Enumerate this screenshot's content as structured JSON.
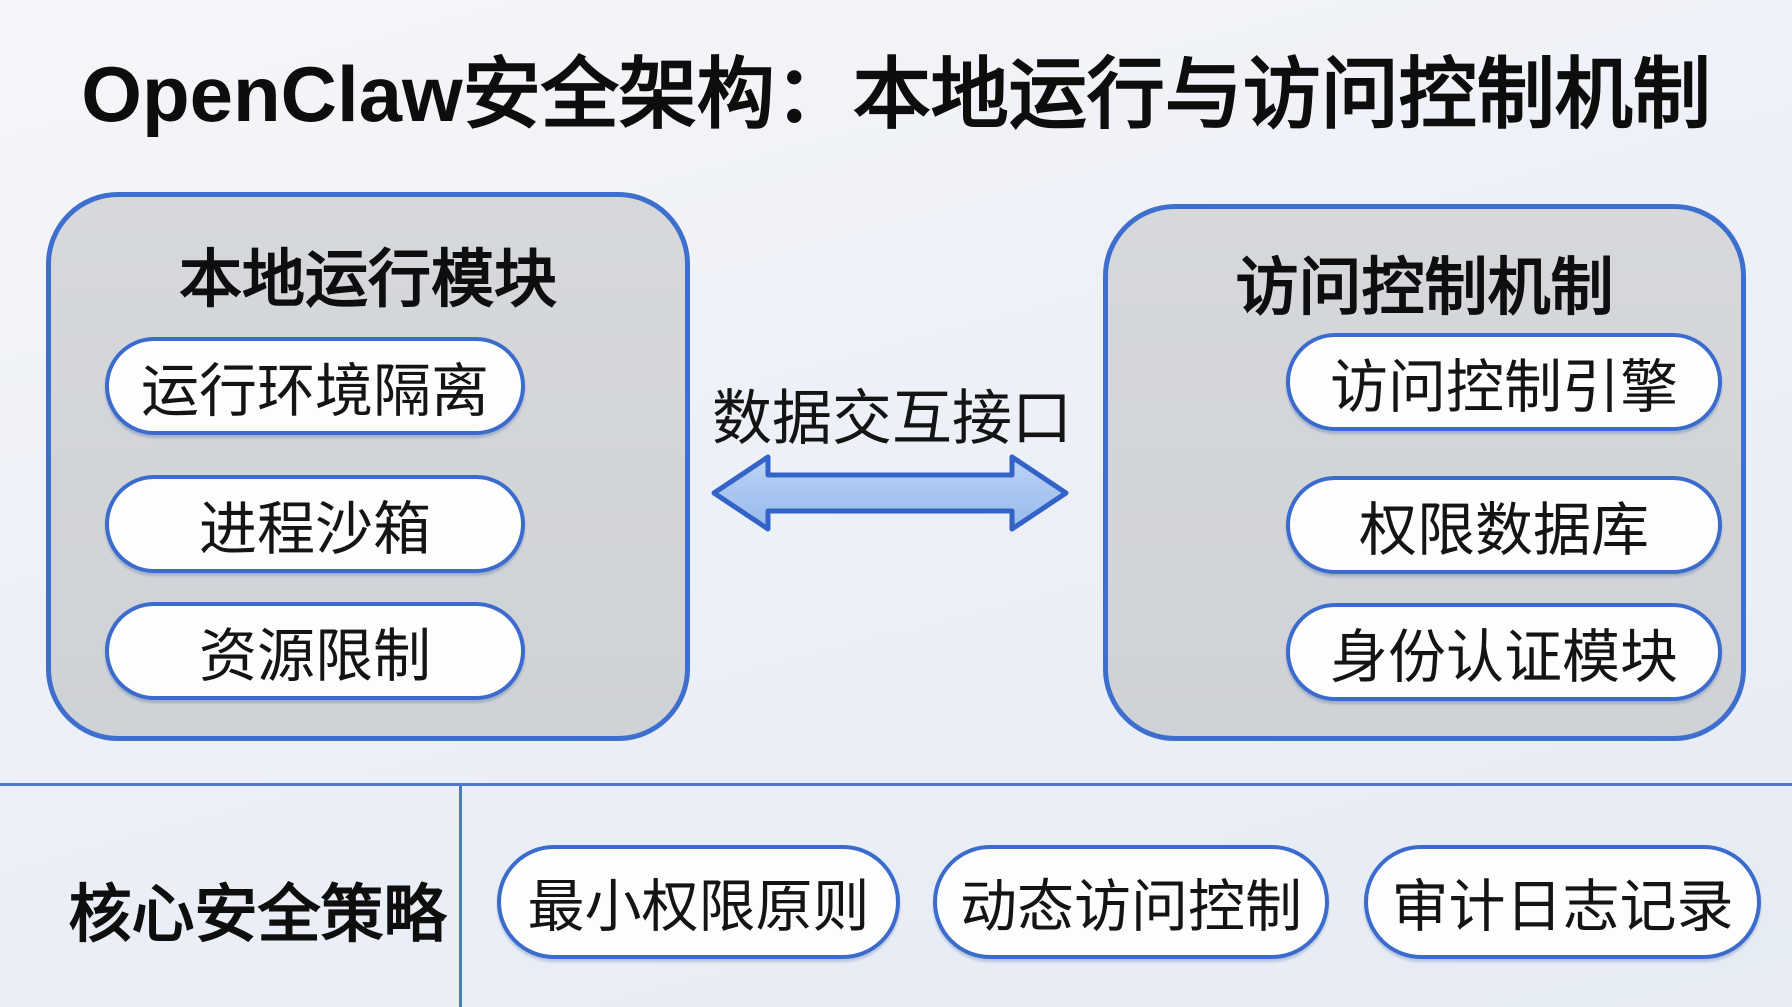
{
  "title": "OpenClaw安全架构：本地运行与访问控制机制",
  "left_module": {
    "title": "本地运行模块",
    "items": [
      "运行环境隔离",
      "进程沙箱",
      "资源限制"
    ]
  },
  "connector": {
    "label": "数据交互接口"
  },
  "right_module": {
    "title": "访问控制机制",
    "items": [
      "访问控制引擎",
      "权限数据库",
      "身份认证模块"
    ]
  },
  "bottom_section": {
    "title": "核心安全策略",
    "items": [
      "最小权限原则",
      "动态访问控制",
      "审计日志记录"
    ]
  },
  "colors": {
    "border_blue": "#3b6ccd",
    "box_fill_gray": "#d2d4d8",
    "arrow_fill": "#a9c7f0",
    "arrow_stroke": "#3463c8",
    "divider_blue": "#4f78cc",
    "background": "#edf0f7",
    "text": "#141414"
  }
}
